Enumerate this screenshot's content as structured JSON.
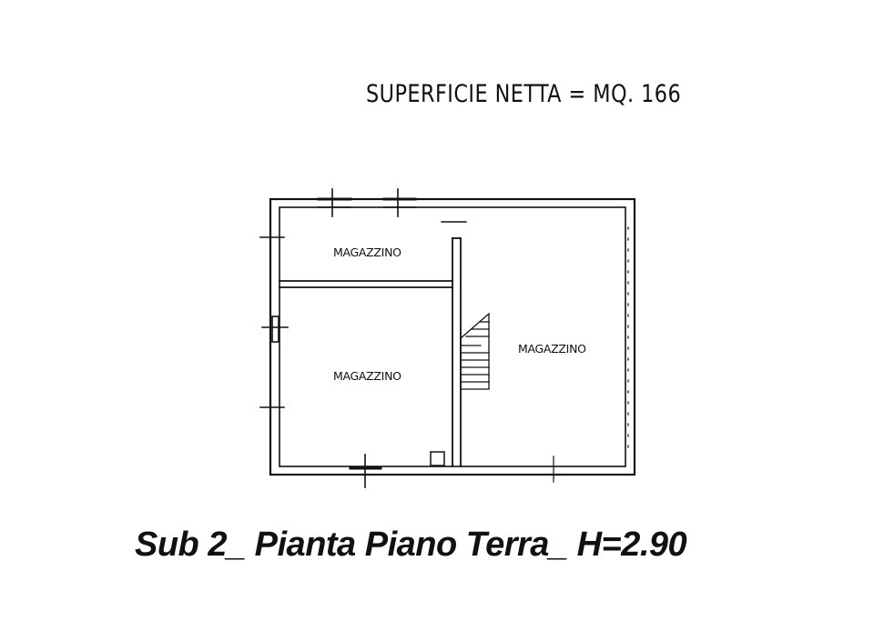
{
  "heading": {
    "surface_text": "SUPERFICIE NETTA = MQ. 166"
  },
  "plan": {
    "rooms": [
      "MAGAZZINO",
      "MAGAZZINO",
      "MAGAZZINO"
    ]
  },
  "caption": {
    "text": "Sub 2_ Pianta Piano Terra_ H=2.90"
  },
  "colors": {
    "ink": "#111111",
    "paper": "#ffffff"
  }
}
